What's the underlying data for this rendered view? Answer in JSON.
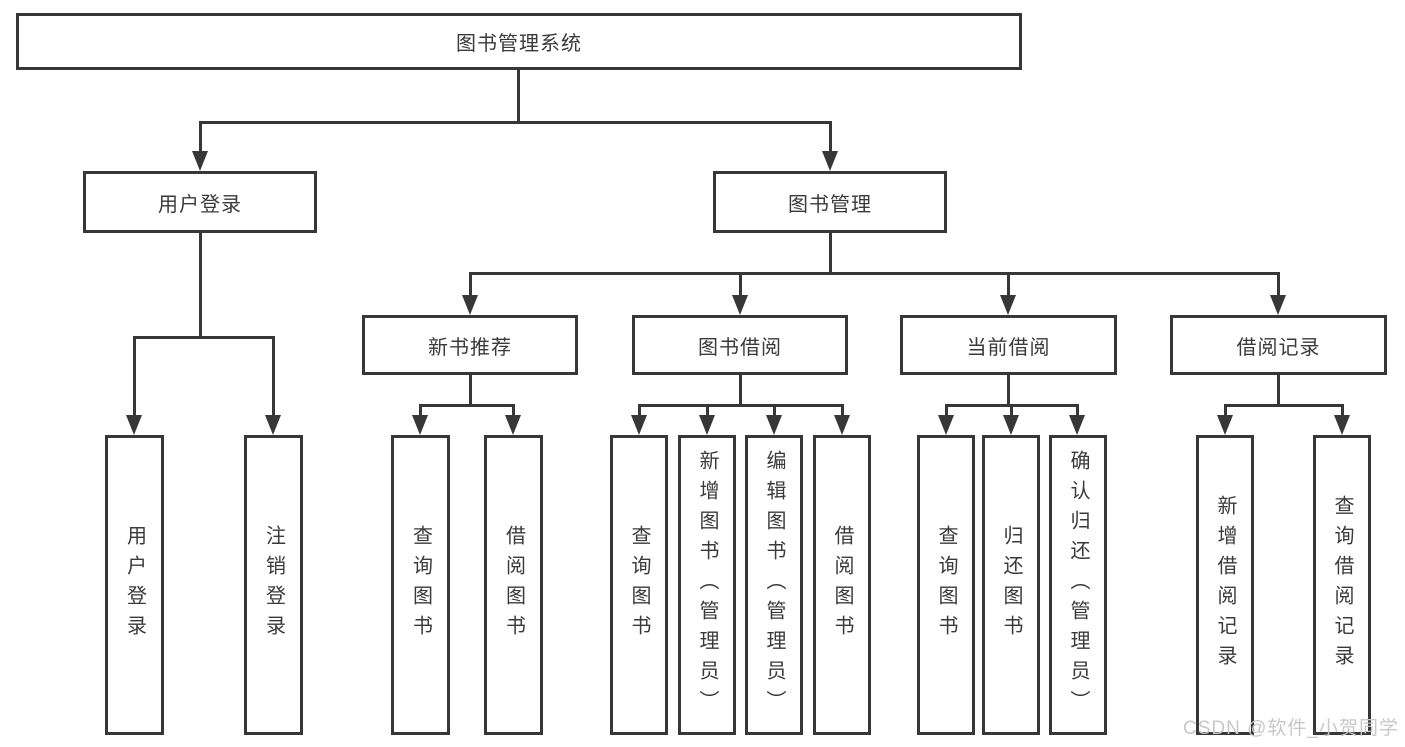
{
  "colors": {
    "line": "#373737",
    "box_border": "#373737",
    "text": "#3a3a3a",
    "background": "#ffffff",
    "watermark_text": "#c8c8c8"
  },
  "watermark": "CSDN @软件_小贺同学",
  "tree": {
    "root": {
      "label": "图书管理系统"
    },
    "children": [
      {
        "label": "用户登录",
        "children": [
          {
            "label": "用户登录"
          },
          {
            "label": "注销登录"
          }
        ]
      },
      {
        "label": "图书管理",
        "children": [
          {
            "label": "新书推荐",
            "children": [
              {
                "label": "查询图书"
              },
              {
                "label": "借阅图书"
              }
            ]
          },
          {
            "label": "图书借阅",
            "children": [
              {
                "label": "查询图书"
              },
              {
                "label": "新增图书（管理员）"
              },
              {
                "label": "编辑图书（管理员）"
              },
              {
                "label": "借阅图书"
              }
            ]
          },
          {
            "label": "当前借阅",
            "children": [
              {
                "label": "查询图书"
              },
              {
                "label": "归还图书"
              },
              {
                "label": "确认归还（管理员）"
              }
            ]
          },
          {
            "label": "借阅记录",
            "children": [
              {
                "label": "新增借阅记录"
              },
              {
                "label": "查询借阅记录"
              }
            ]
          }
        ]
      }
    ]
  }
}
